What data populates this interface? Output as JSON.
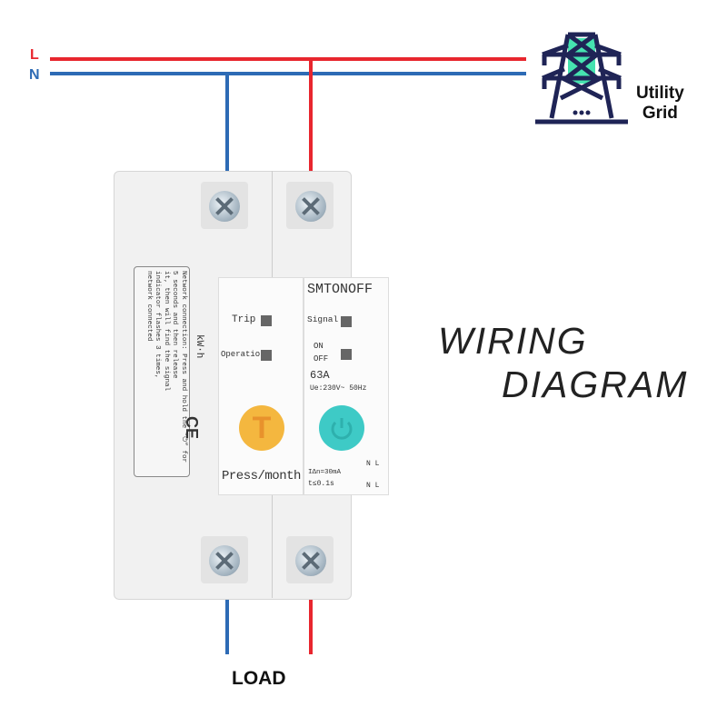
{
  "lines": {
    "live_label": "L",
    "neutral_label": "N",
    "live_color": "#e8262e",
    "neutral_color": "#2d6bb5"
  },
  "grid": {
    "icon": "power-tower-icon",
    "label_line1": "Utility",
    "label_line2": "Grid",
    "icon_color": "#1f2456",
    "accent_color": "#46e3b0"
  },
  "title": {
    "line1": "WIRING",
    "line2": "DIAGRAM"
  },
  "load_label": "LOAD",
  "device": {
    "brand": "SMTONOFF",
    "trip_label": "Trip",
    "operation_label": "Operation",
    "signal_label": "Signal",
    "on_label": "ON",
    "off_label": "OFF",
    "rating": "63A",
    "voltage": "Ue:230V~ 50Hz",
    "residual": "IΔn=30mA",
    "time": "t≤0.1s",
    "test_button_symbol": "T",
    "test_label": "Press/month",
    "power_button_icon": "power-icon",
    "side_note": [
      "Network connection: Press and hold the “⏻” for",
      "5 seconds and then release",
      "it, then will find the signal",
      "indicator flashes 3 times,",
      "network connected"
    ],
    "unit": "kW·h",
    "cert": "CE",
    "terminal_top": "N  L",
    "terminal_bottom": "N  L"
  }
}
